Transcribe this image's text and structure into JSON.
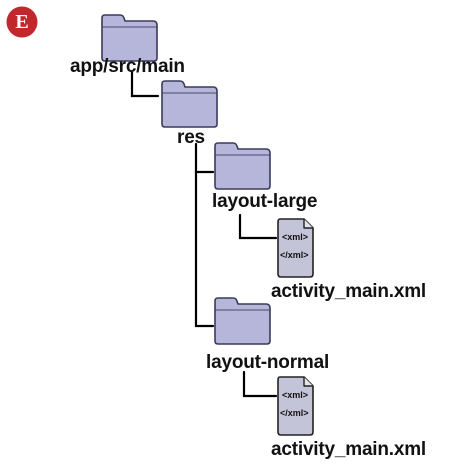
{
  "badge": {
    "letter": "E",
    "color": "#c2272d"
  },
  "colors": {
    "folder_fill": "#b6b6da",
    "folder_stroke": "#3a3a5a",
    "file_fill": "#c4c4d8",
    "connector": "#000000"
  },
  "tree": {
    "root": {
      "label": "app/src/main"
    },
    "res": {
      "label": "res"
    },
    "layout_large": {
      "label": "layout-large",
      "file": {
        "name": "activity_main.xml",
        "open_tag": "<xml>",
        "close_tag": "</xml>"
      }
    },
    "layout_normal": {
      "label": "layout-normal",
      "file": {
        "name": "activity_main.xml",
        "open_tag": "<xml>",
        "close_tag": "</xml>"
      }
    }
  }
}
